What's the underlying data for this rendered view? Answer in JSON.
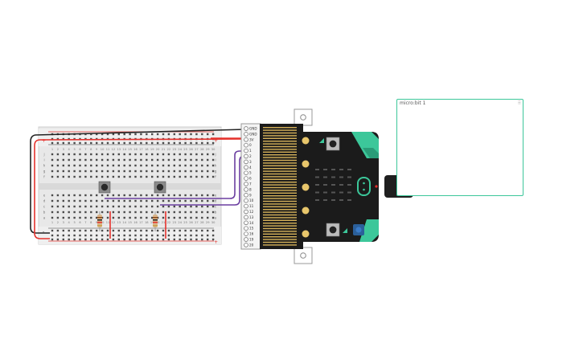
{
  "breadboard": {
    "rail_plus": "+",
    "rail_minus": "-",
    "column_numbers": [
      "1",
      "2",
      "3",
      "4",
      "5",
      "6",
      "7",
      "8",
      "9",
      "10",
      "11",
      "12",
      "13",
      "14",
      "15",
      "16",
      "17",
      "18",
      "19",
      "20",
      "21",
      "22",
      "23",
      "24",
      "25",
      "26",
      "27",
      "28",
      "29",
      "30"
    ],
    "row_letters_top": [
      "j",
      "i",
      "h",
      "g",
      "f"
    ],
    "row_letters_bottom": [
      "e",
      "d",
      "c",
      "b",
      "a"
    ]
  },
  "edge_connector": {
    "pins": [
      "GND",
      "GND",
      "3V",
      "0",
      "1",
      "2",
      "3",
      "4",
      "5",
      "6",
      "7",
      "8",
      "9",
      "10",
      "11",
      "12",
      "13",
      "14",
      "15",
      "16",
      "19",
      "20"
    ]
  },
  "simulator_panel": {
    "title": "micro:bit 1",
    "grip": "⠿",
    "temperature_icon": "thermometer-icon",
    "light_icon": "sun-icon",
    "home_icon": "home-icon",
    "gesture_icons": [
      "tilt-left-icon",
      "tilt-right-icon",
      "tilt-up-icon",
      "tilt-down-icon"
    ]
  },
  "colors": {
    "wire_red": "#e5322d",
    "wire_black": "#222222",
    "wire_purple": "#6b3fa0",
    "board_black": "#1b1b1b",
    "microbit_green": "#3cc79a",
    "led_grey": "#555555",
    "panel_border": "#3cc79a"
  }
}
